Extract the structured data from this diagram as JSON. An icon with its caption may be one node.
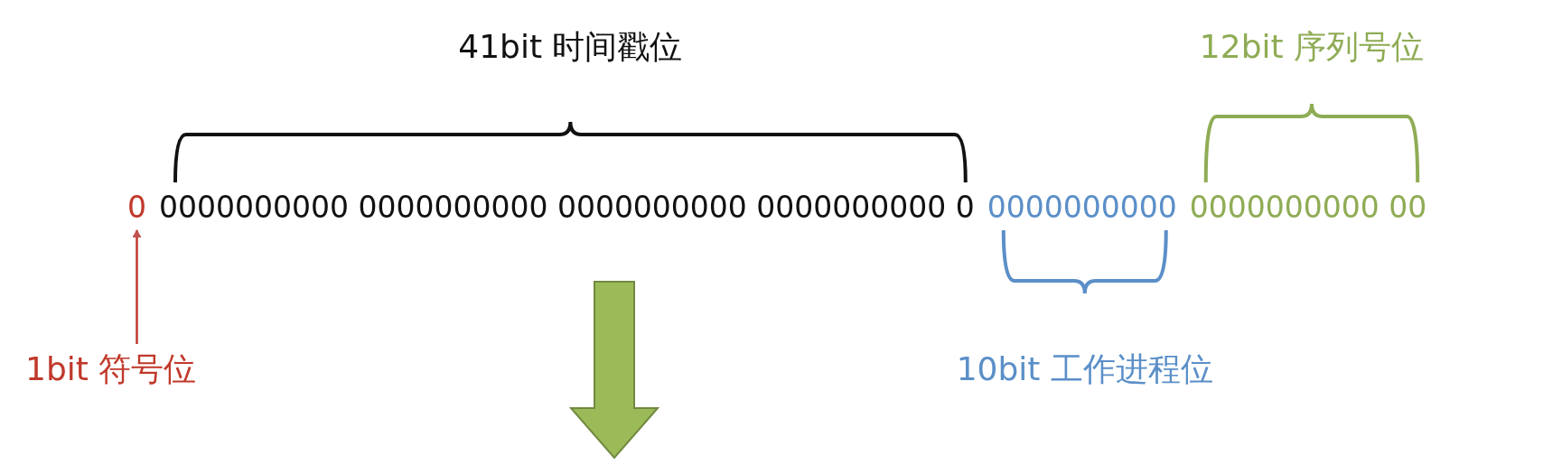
{
  "diagram": {
    "nodes": [
      {
        "text": [
          "1bit 符号位"
        ]
      },
      {
        "text": [
          "0"
        ]
      }
    ],
    "edges": [
      {
        "from": 0,
        "to": 1,
        "arrow": "to"
      }
    ],
    "labels": [
      "41bit 时间戳位",
      "12bit 序列号位",
      "0000000000 0000000000 0000000000 0000000000 0",
      "0000000000",
      "0000000000 00",
      "10bit 工作进程位"
    ]
  }
}
